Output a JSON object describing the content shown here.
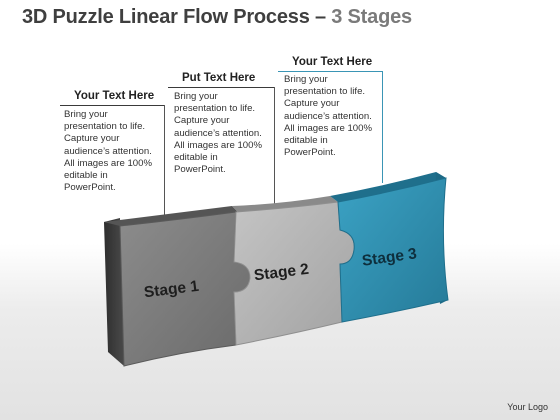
{
  "title": {
    "main": "3D Puzzle Linear Flow Process – ",
    "suffix": "3 Stages"
  },
  "boxes": [
    {
      "header": "Your Text Here",
      "body": "Bring your\npresentation to life.\nCapture your\naudience’s attention.\nAll images are 100%\neditable in\nPowerPoint."
    },
    {
      "header": "Put Text Here",
      "body": "Bring your\npresentation to life.\nCapture your\naudience’s attention.\nAll images are 100%\neditable in\nPowerPoint."
    },
    {
      "header": "Your Text Here",
      "body": "Bring your\npresentation to life.\nCapture your\naudience’s attention.\nAll images are 100%\neditable in\nPowerPoint."
    }
  ],
  "stages": [
    "Stage 1",
    "Stage 2",
    "Stage 3"
  ],
  "colors": {
    "stage1": "#7a7a7a",
    "stage2": "#b3b3b3",
    "stage3": "#2f8fb0",
    "accent_rule": "#3a95b5"
  },
  "footer": {
    "logo_text": "Your Logo"
  }
}
